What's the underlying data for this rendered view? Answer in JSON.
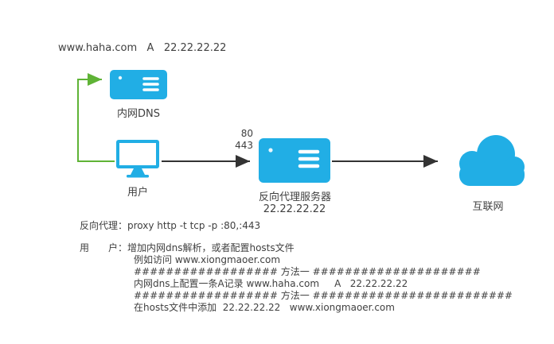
{
  "colors": {
    "accent": "#21aee5",
    "green": "#5fb336",
    "arrow": "#333333",
    "text": "#404040"
  },
  "top_label": "www.haha.com   A   22.22.22.22",
  "nodes": {
    "dns": {
      "label": "内网DNS"
    },
    "user": {
      "label": "用户"
    },
    "proxy": {
      "label": "反向代理服务器",
      "ip": "22.22.22.22",
      "port_http": "80",
      "port_https": "443"
    },
    "internet": {
      "label": "互联网"
    }
  },
  "notes": [
    "反向代理：proxy http -t tcp -p :80,:443",
    "用　　户：增加内网dns解析，或者配置hosts文件",
    "例如访问 www.xiongmaoer.com",
    "################## 方法一 #####################",
    "内网dns上配置一条A记录 www.haha.com     A   22.22.22.22",
    "################## 方法一 #########################",
    "在hosts文件中添加  22.22.22.22   www.xiongmaoer.com"
  ]
}
